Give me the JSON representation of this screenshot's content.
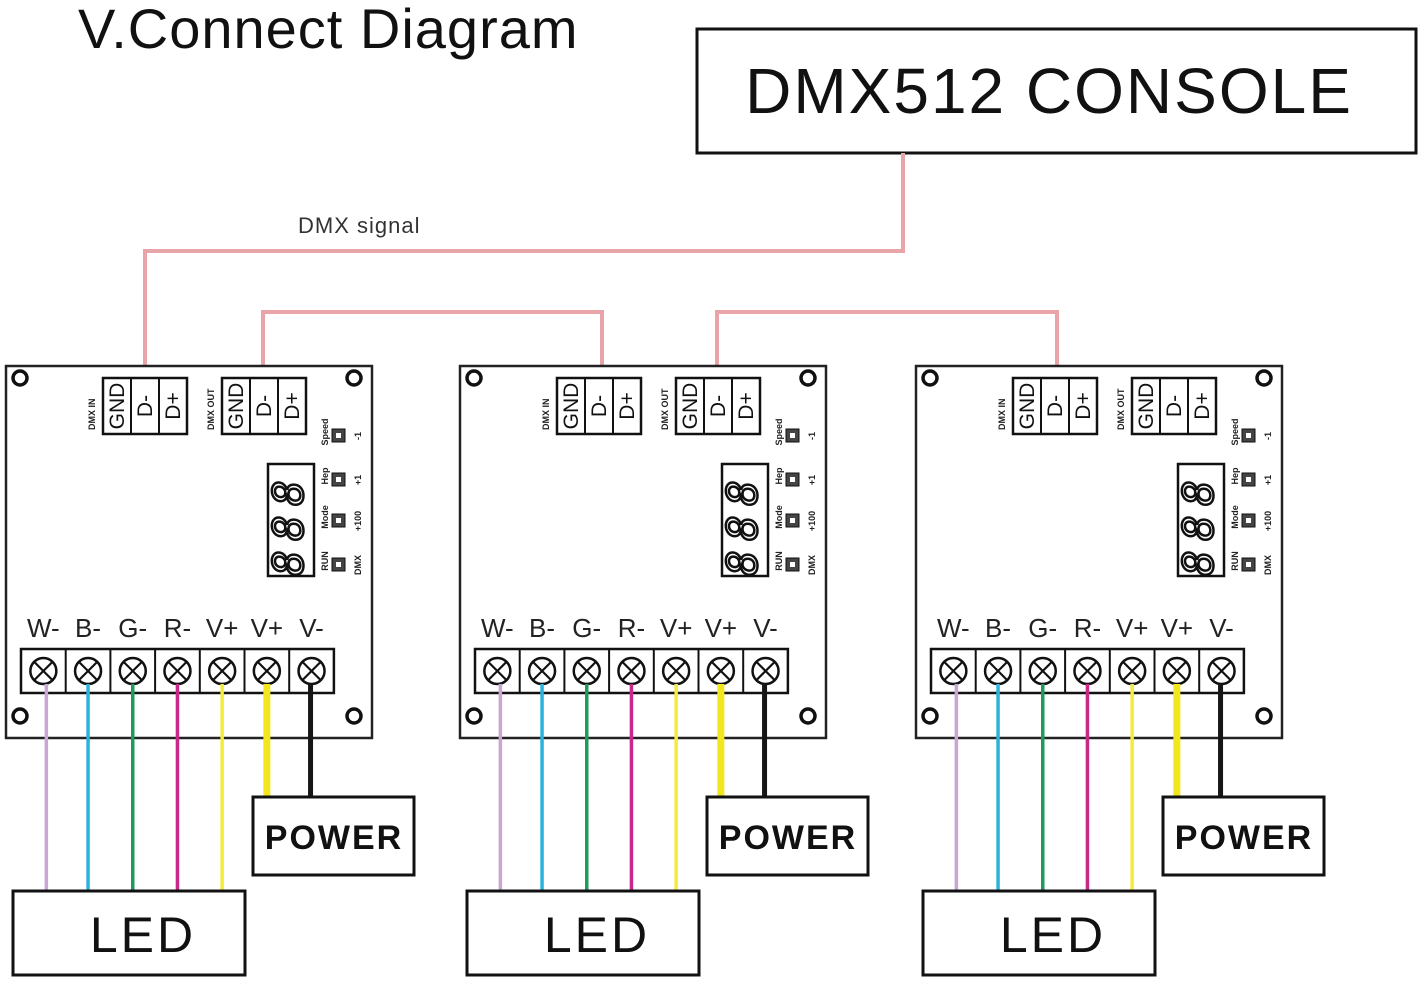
{
  "diagram": {
    "title": "V.Connect Diagram",
    "console_label": "DMX512 CONSOLE",
    "signal_label": "DMX  signal",
    "signal_color": "#e8a4a8",
    "controller_count": 3
  },
  "controller": {
    "dmx_in_label": "DMX IN",
    "dmx_out_label": "DMX OUT",
    "dmx_pins": [
      "GND",
      "D-",
      "D+"
    ],
    "display_digits": "888",
    "buttons": [
      {
        "name": "Speed",
        "function": "-1"
      },
      {
        "name": "Hep",
        "function": "+1"
      },
      {
        "name": "Mode",
        "function": "+100"
      },
      {
        "name": "RUN",
        "function": "DMX"
      }
    ],
    "terminals": [
      {
        "label": "W-",
        "wire_color": "#c9a6d4",
        "destination": "LED"
      },
      {
        "label": "B-",
        "wire_color": "#2ab4dc",
        "destination": "LED"
      },
      {
        "label": "G-",
        "wire_color": "#1f9a5a",
        "destination": "LED"
      },
      {
        "label": "R-",
        "wire_color": "#c8288a",
        "destination": "LED"
      },
      {
        "label": "V+",
        "wire_color": "#f4ec3a",
        "destination": "LED"
      },
      {
        "label": "V+",
        "wire_color": "#f2e61c",
        "destination": "POWER"
      },
      {
        "label": "V-",
        "wire_color": "#161616",
        "destination": "POWER"
      }
    ]
  },
  "power_label": "POWER",
  "led_label": "LED"
}
